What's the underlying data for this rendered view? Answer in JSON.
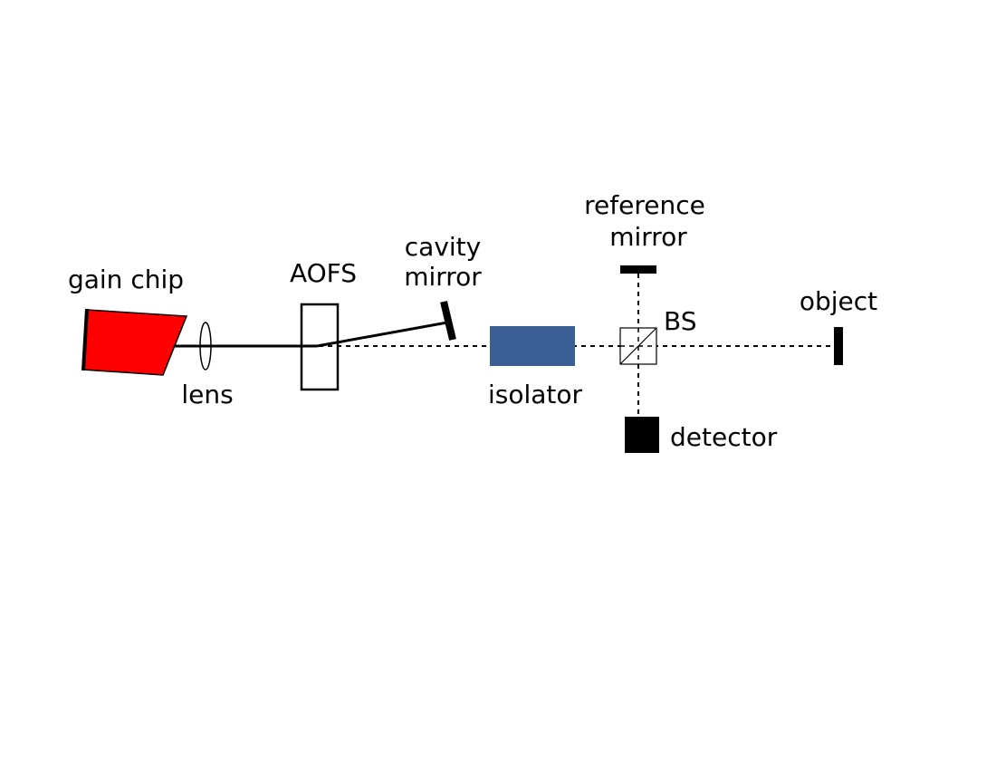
{
  "labels": {
    "gain_chip": "gain chip",
    "lens": "lens",
    "aofs": "AOFS",
    "cavity_mirror_line1": "cavity",
    "cavity_mirror_line2": "mirror",
    "isolator": "isolator",
    "reference_mirror_line1": "reference",
    "reference_mirror_line2": "mirror",
    "bs": "BS",
    "object": "object",
    "detector": "detector"
  },
  "colors": {
    "gain_chip_fill": "#ff0000",
    "isolator_fill": "#3a5f94",
    "line": "#000000",
    "background": "#ffffff"
  }
}
